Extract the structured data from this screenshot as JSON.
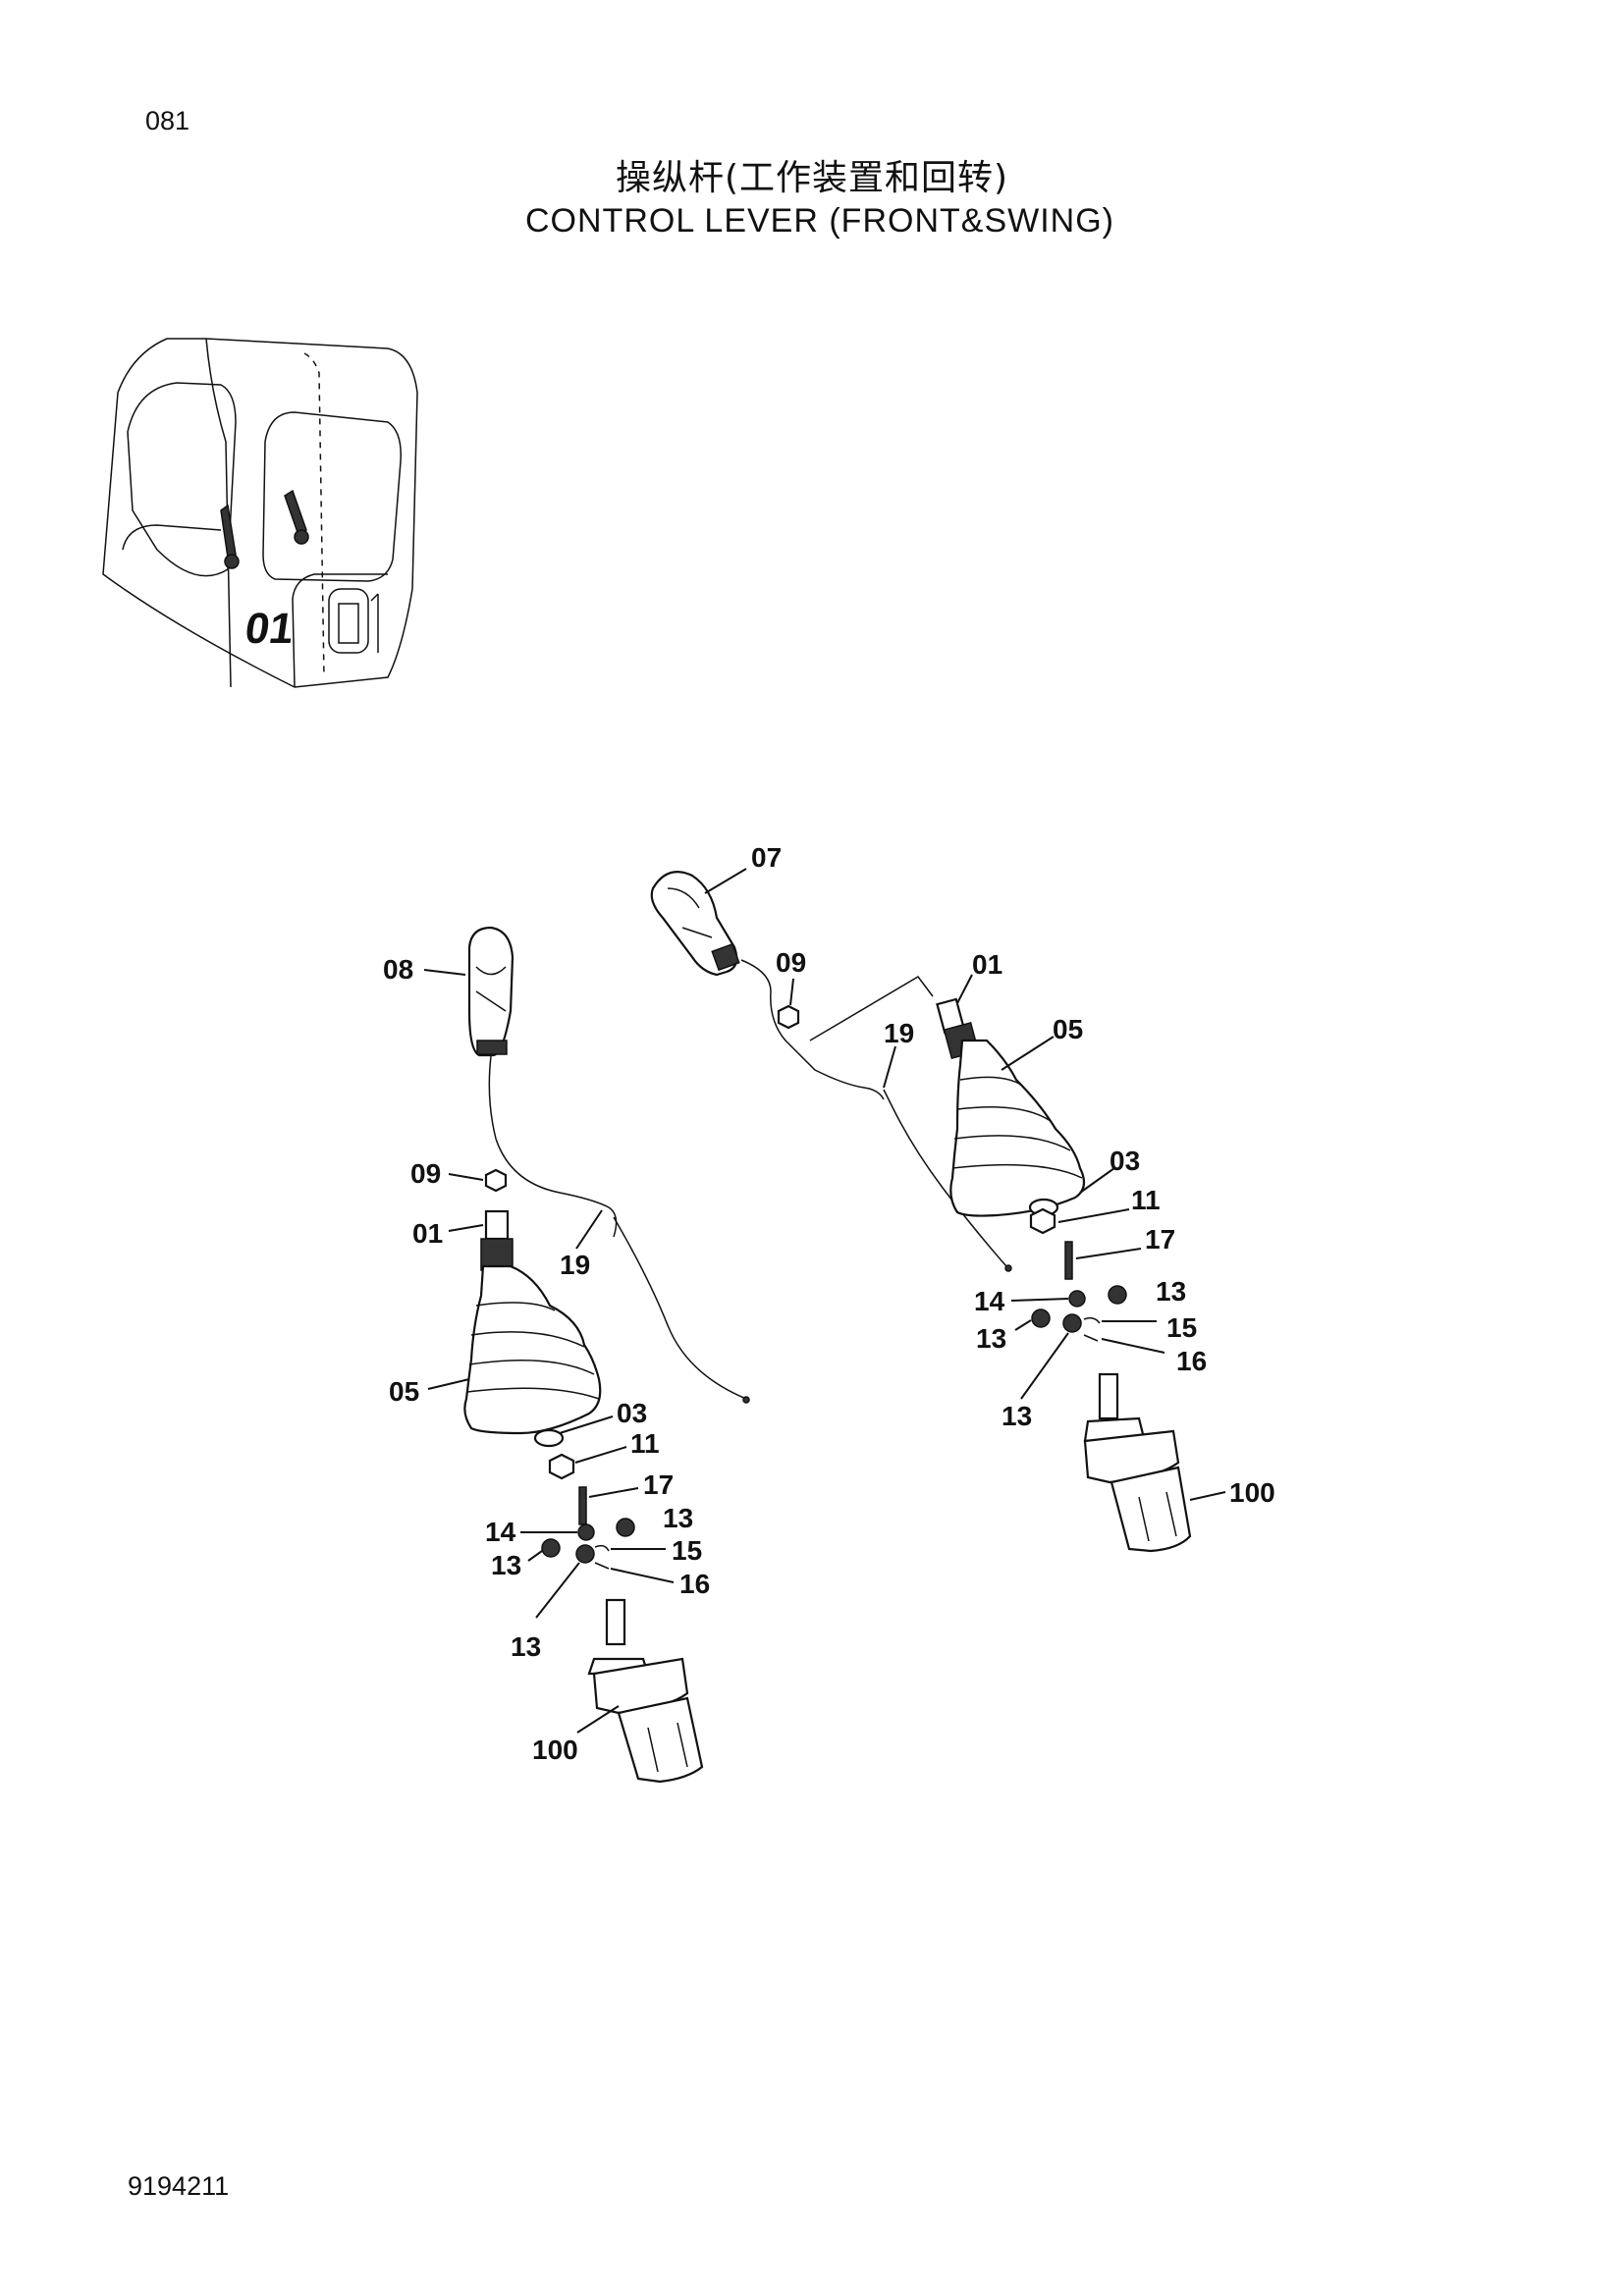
{
  "header": {
    "page_number": "081",
    "title_cn": "操纵杆(工作装置和回转)",
    "title_en": "CONTROL  LEVER  (FRONT&SWING)"
  },
  "footer": {
    "doc_code": "9194211"
  },
  "callouts": {
    "left_assembly": {
      "c08": "08",
      "c09": "09",
      "c01": "01",
      "c19": "19",
      "c05": "05",
      "c03": "03",
      "c11": "11",
      "c17": "17",
      "c14": "14",
      "c13a": "13",
      "c13b": "13",
      "c15": "15",
      "c16": "16",
      "c13c": "13",
      "c100": "100"
    },
    "right_assembly": {
      "c07": "07",
      "c09": "09",
      "c01": "01",
      "c19": "19",
      "c05": "05",
      "c03": "03",
      "c11": "11",
      "c17": "17",
      "c14": "14",
      "c13a": "13",
      "c13b": "13",
      "c15": "15",
      "c16": "16",
      "c13c": "13",
      "c100": "100"
    }
  },
  "cab_marking": "01"
}
